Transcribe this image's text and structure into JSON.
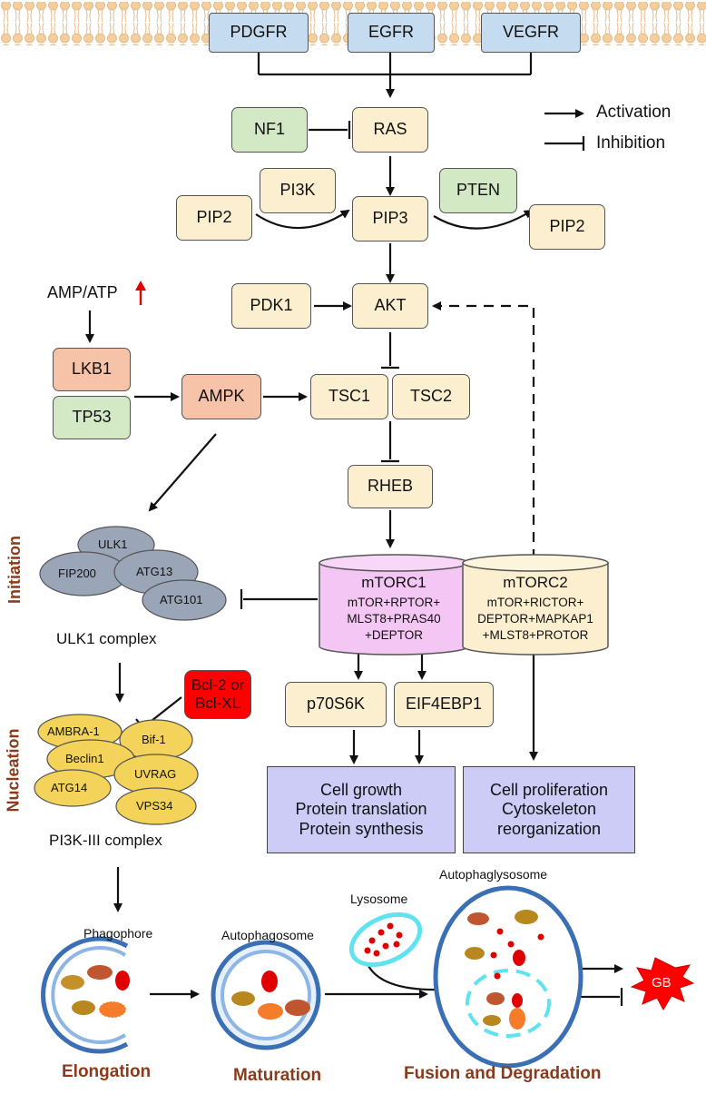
{
  "receptors": [
    "PDGFR",
    "EGFR",
    "VEGFR"
  ],
  "legend": {
    "activation": "Activation",
    "inhibition": "Inhibition"
  },
  "nodes": {
    "nf1": "NF1",
    "ras": "RAS",
    "pi3k": "PI3K",
    "pten": "PTEN",
    "pip2_left": "PIP2",
    "pip3": "PIP3",
    "pip2_right": "PIP2",
    "pdk1": "PDK1",
    "akt": "AKT",
    "amp_atp": "AMP/ATP",
    "lkb1": "LKB1",
    "tp53": "TP53",
    "ampk": "AMPK",
    "tsc1": "TSC1",
    "tsc2": "TSC2",
    "rheb": "RHEB",
    "p70s6k": "p70S6K",
    "eif4ebp1": "EIF4EBP1",
    "bcl": "Bcl-2 or Bcl-XL",
    "gb": "GB"
  },
  "mtorc1": {
    "title": "mTORC1",
    "lines": [
      "mTOR+RPTOR+",
      "MLST8+PRAS40",
      "+DEPTOR"
    ]
  },
  "mtorc2": {
    "title": "mTORC2",
    "lines": [
      "mTOR+RICTOR+",
      "DEPTOR+MAPKAP1",
      "+MLST8+PROTOR"
    ]
  },
  "ulk1_complex": {
    "label": "ULK1 complex",
    "members": [
      "ULK1",
      "FIP200",
      "ATG13",
      "ATG101"
    ]
  },
  "pi3k3_complex": {
    "label": "PI3K-III complex",
    "members": [
      "AMBRA-1",
      "Bif-1",
      "Beclin1",
      "ATG14",
      "UVRAG",
      "VPS34"
    ]
  },
  "outcomes": {
    "mtorc1": [
      "Cell growth",
      "Protein translation",
      "Protein synthesis"
    ],
    "mtorc2": [
      "Cell proliferation",
      "Cytoskeleton",
      "reorganization"
    ]
  },
  "vesicles": {
    "phagophore": "Phagophore",
    "autophagosome": "Autophagosome",
    "lysosome": "Lysosome",
    "autophagolysosome": "Autophaglysosome"
  },
  "stages": {
    "initiation": "Initiation",
    "nucleation": "Nucleation",
    "elongation": "Elongation",
    "maturation": "Maturation",
    "fusion": "Fusion and Degradation"
  },
  "colors": {
    "receptor": "#c5dbef",
    "cream": "#fcefd0",
    "green": "#d3e8c5",
    "salmon": "#f6c3a8",
    "mtorc1": "#f4c6f4",
    "outcome": "#ccccf7",
    "complex_grey": "#9aa5b8",
    "complex_yellow": "#f3d35a",
    "stage_label": "#8b3a1a",
    "red": "#ff0000"
  }
}
